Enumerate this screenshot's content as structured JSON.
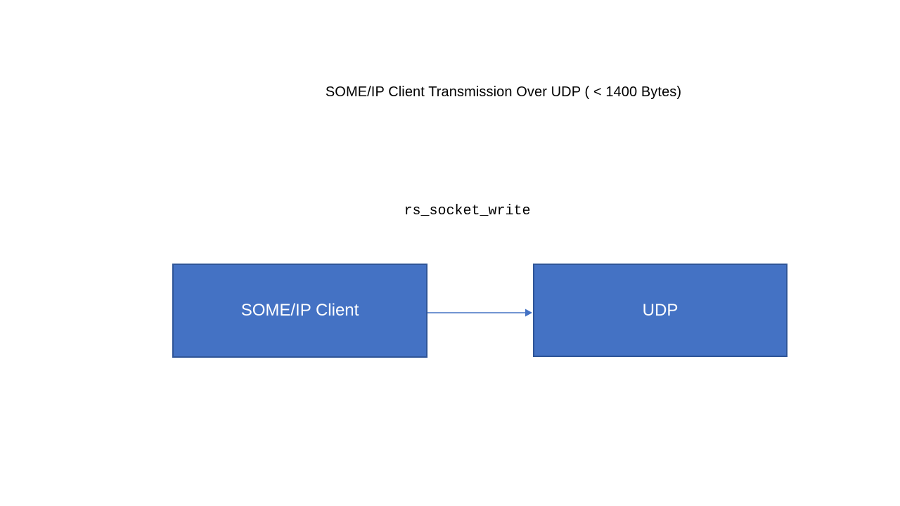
{
  "diagram": {
    "title": "SOME/IP Client Transmission Over UDP ( < 1400 Bytes)",
    "background_color": "#ffffff",
    "node_fill_color": "#4472c4",
    "node_border_color": "#2f5597",
    "node_text_color": "#ffffff",
    "edge_color": "#4472c4",
    "title_text_color": "#000000",
    "nodes": [
      {
        "id": "someip-client",
        "label": "SOME/IP Client"
      },
      {
        "id": "udp",
        "label": "UDP"
      }
    ],
    "edges": [
      {
        "id": "client-to-udp",
        "label": "rs_socket_write",
        "from": "someip-client",
        "to": "udp",
        "direction": "right",
        "arrowhead": "filled-triangle"
      }
    ]
  }
}
